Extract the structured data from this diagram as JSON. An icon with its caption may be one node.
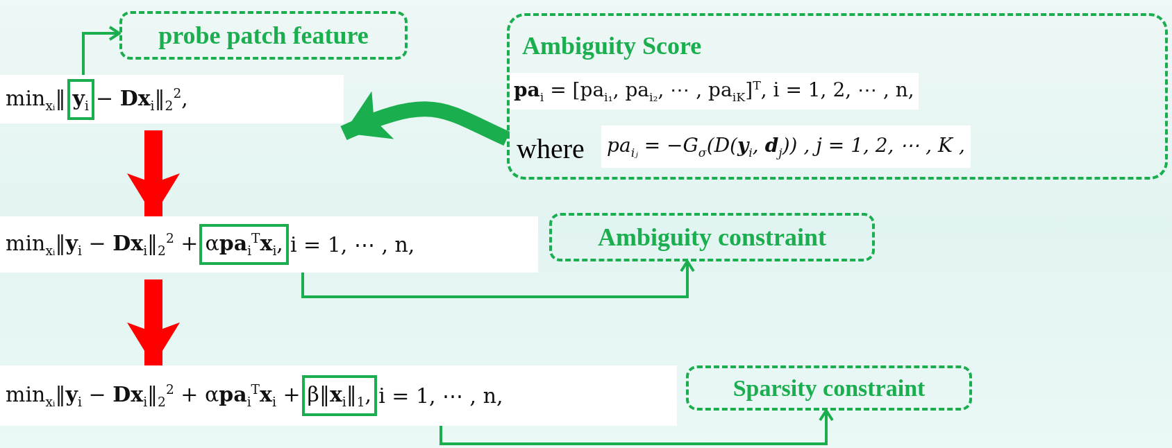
{
  "diagram": {
    "nodes": [
      {
        "text": [
          "min$_{xᵢ}$‖",
          "− **Dx**$_{i}$‖$_{2}$$^{2}$,"
        ]
      },
      {
        "text": [
          "**y**$_{i}$"
        ],
        "in": 0
      },
      {
        "text": [
          "probe patch feature"
        ]
      },
      {
        "text": [
          "Ambiguity Score",
          "**pa**$_{i}$ = [pa$_{i₁}$, pa$_{i₂}$, ⋯ , pa$_{iK}$]$^{T}$,  i = 1, 2, ⋯ , n,",
          "where",
          "pa$_{iⱼ}$ = −G$_{σ}$(D(**y**$_{i}$, **d**$_{j}$)) , j = 1, 2, ⋯ , K ,"
        ]
      },
      {
        "text": [
          "min$_{xᵢ}$‖**y**$_{i}$ − **Dx**$_{i}$‖$_{2}$$^{2}$ +",
          "i = 1, ⋯ , n,"
        ]
      },
      {
        "text": [
          "α**pa**$_{i}$$^{T}$**x**$_{i}$,"
        ],
        "in": 4
      },
      {
        "text": [
          "Ambiguity constraint"
        ]
      },
      {
        "text": [
          "min$_{xᵢ}$‖**y**$_{i}$ − **Dx**$_{i}$‖$_{2}$$^{2}$ + α**pa**$_{i}$$^{T}$**x**$_{i}$ +",
          "i = 1, ⋯ , n,"
        ]
      },
      {
        "text": [
          "β‖**x**$_{i}$‖$_{1}$,"
        ],
        "in": 7
      },
      {
        "text": [
          "Sparsity constraint"
        ]
      }
    ],
    "edges": [
      {
        "from": 1,
        "to": 2,
        "arrow": "to"
      },
      {
        "from": 3,
        "to": 0,
        "arrow": "to",
        "style": "thick"
      },
      {
        "from": 0,
        "to": 4,
        "arrow": "to",
        "style": "thick",
        "color": "#ff0000"
      },
      {
        "from": 4,
        "to": 7,
        "arrow": "to",
        "style": "thick",
        "color": "#ff0000"
      },
      {
        "from": 5,
        "to": 6,
        "arrow": "to"
      },
      {
        "from": 8,
        "to": 9,
        "arrow": "to"
      }
    ]
  }
}
